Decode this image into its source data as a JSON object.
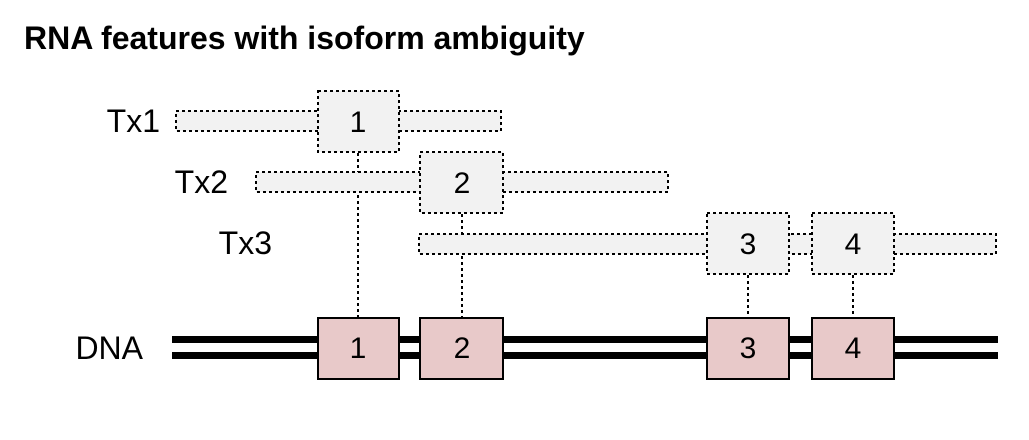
{
  "title": "RNA features with isoform ambiguity",
  "transcripts": [
    {
      "label": "Tx1",
      "exons": [
        "1"
      ]
    },
    {
      "label": "Tx2",
      "exons": [
        "2"
      ]
    },
    {
      "label": "Tx3",
      "exons": [
        "3",
        "4"
      ]
    }
  ],
  "dna": {
    "label": "DNA",
    "exons": [
      "1",
      "2",
      "3",
      "4"
    ]
  },
  "colors": {
    "rna_fill": "#f2f2f2",
    "dna_exon_fill": "#e8c9c9",
    "stroke": "#000000"
  }
}
